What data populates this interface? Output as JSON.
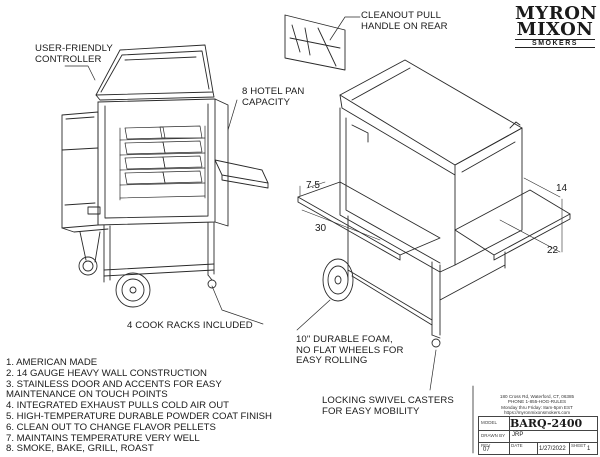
{
  "brand": {
    "line1": "MYRON",
    "line2": "MIXON",
    "line3": "SMOKERS"
  },
  "callouts": {
    "controller": "USER-FRIENDLY\nCONTROLLER",
    "capacity": "8 HOTEL PAN\nCAPACITY",
    "cleanout": "CLEANOUT PULL\nHANDLE ON REAR",
    "racks": "4 COOK RACKS INCLUDED",
    "wheels": "10\" DURABLE FOAM,\nNO FLAT WHEELS FOR\nEASY ROLLING",
    "casters": "LOCKING SWIVEL CASTERS\nFOR EASY MOBILITY"
  },
  "dimensions": {
    "d1": "7.5",
    "d2": "30",
    "d3": "14",
    "d4": "22"
  },
  "features": [
    "1. AMERICAN MADE",
    "2. 14 GAUGE HEAVY WALL CONSTRUCTION",
    "3. STAINLESS DOOR AND ACCENTS FOR EASY",
    "MAINTENANCE ON TOUCH POINTS",
    "4. INTEGRATED EXHAUST PULLS COLD AIR OUT",
    "5. HIGH-TEMPERATURE DURABLE POWDER COAT FINISH",
    "6. CLEAN OUT TO CHANGE FLAVOR PELLETS",
    "7. MAINTAINS TEMPERATURE VERY WELL",
    "8. SMOKE, BAKE, GRILL, ROAST"
  ],
  "company": {
    "address": "180 Cross Rd, Waterford, CT, 06385",
    "phone": "PHONE 1-855-HOG-RULES",
    "hours": "Monday thru Friday: 8am-5pm EST",
    "website": "https://myronmixonsmokers.com"
  },
  "titleblock": {
    "model_label": "MODEL",
    "model": "BARQ-2400",
    "drawn_by_label": "DRAWN BY",
    "drawn_by": "JRP",
    "rev_label": "REV",
    "rev": "07",
    "date_label": "DATE",
    "date": "1/27/2022",
    "sheet_label": "SHEET",
    "sheet": "1"
  }
}
